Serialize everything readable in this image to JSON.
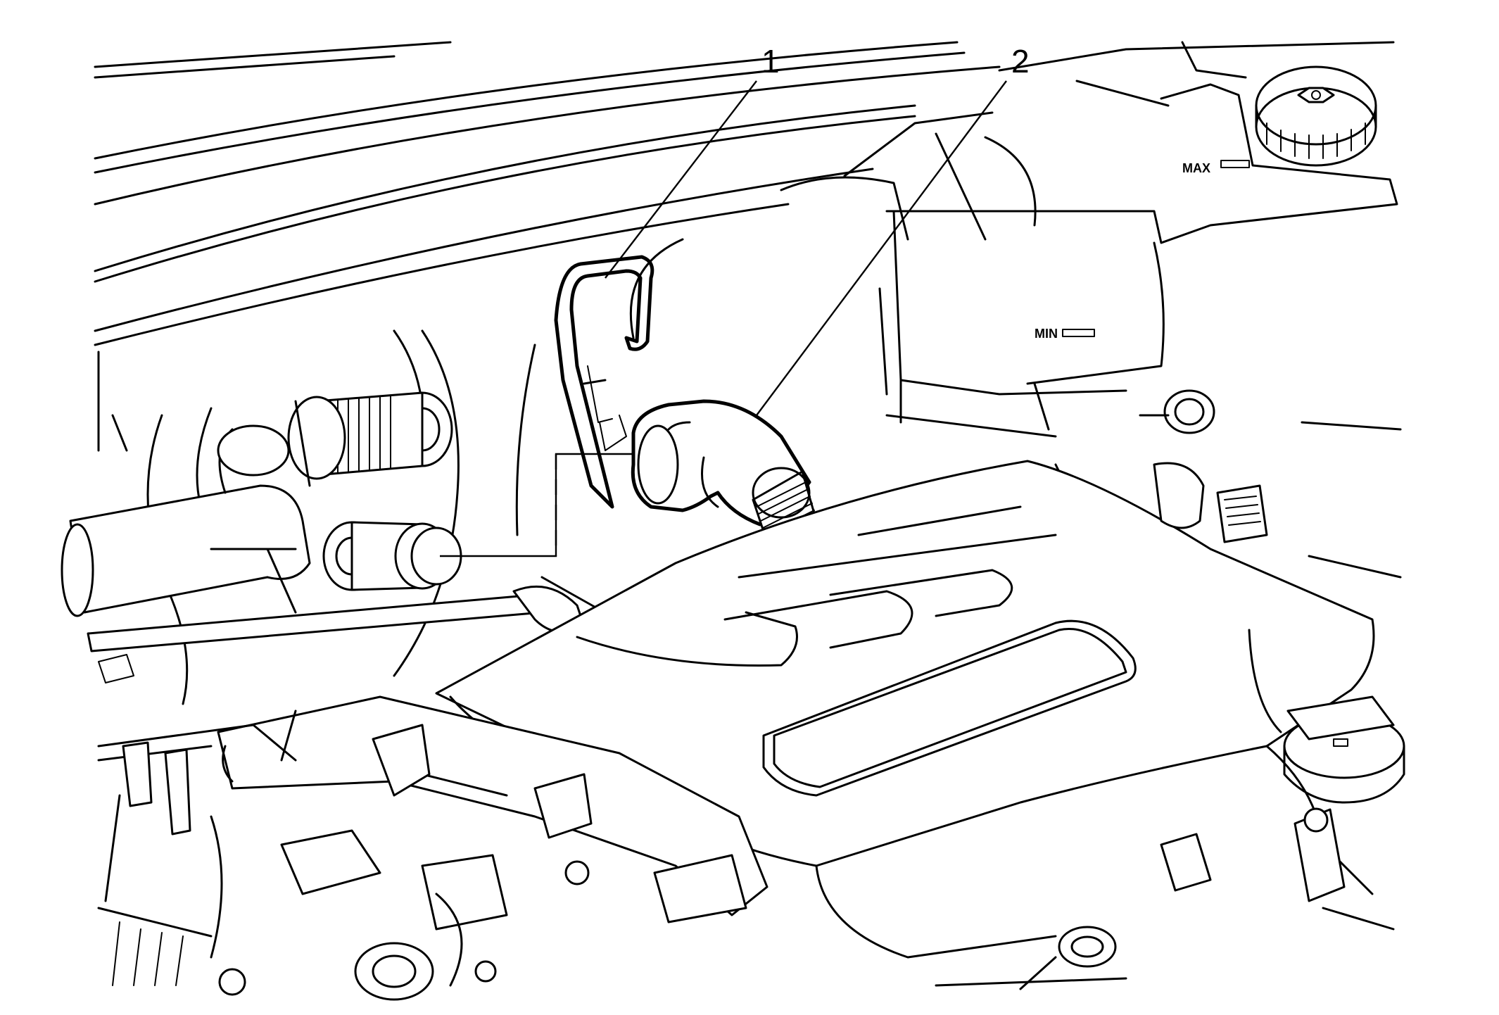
{
  "callouts": [
    {
      "number": "1"
    },
    {
      "number": "2"
    }
  ],
  "reservoir_markings": {
    "max": "MAX",
    "min": "MIN"
  }
}
